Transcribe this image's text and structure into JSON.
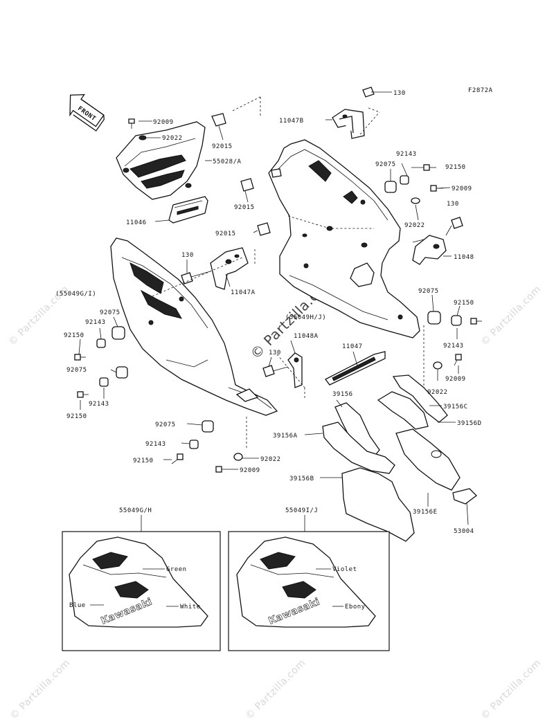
{
  "figure_code": "F2872A",
  "front_label": "FRONT",
  "watermark": "© Partzilla.com",
  "parts": {
    "p130_top": "130",
    "p11047B": "11047B",
    "p92009_top": "92009",
    "p92022_top": "92022",
    "p92015_top": "92015",
    "p55028": "55028/A",
    "p11046": "11046",
    "p92143_r": "92143",
    "p92075_r": "92075",
    "p92150_r": "92150",
    "p92009_r": "92009",
    "p92015_mid": "92015",
    "p92015_mid2": "92015",
    "p92022_r": "92022",
    "p130_r": "130",
    "p11048": "11048",
    "p130_l": "130",
    "p11047A": "11047A",
    "p55049GI": "(55049G/I)",
    "p92075_l": "92075",
    "p92143_l": "92143",
    "p92150_l": "92150",
    "p55049HJ": "(55049H/J)",
    "p92075_rr": "92075",
    "p92150_rr": "92150",
    "p11048A": "11048A",
    "p130_c": "130",
    "p11047": "11047",
    "p92143_rr": "92143",
    "p92009_rr": "92009",
    "p92075_l2": "92075",
    "p92143_l2": "92143",
    "p92150_l2": "92150",
    "p92022_rr": "92022",
    "p39156": "39156",
    "p39156C": "39156C",
    "p39156D": "39156D",
    "p92075_b": "92075",
    "p92143_b": "92143",
    "p92150_b": "92150",
    "p92022_b": "92022",
    "p92009_b": "92009",
    "p39156A": "39156A",
    "p39156B": "39156B",
    "p39156E": "39156E",
    "p53004": "53004"
  },
  "insets": {
    "left": {
      "title": "55049G/H",
      "colors": [
        "Green",
        "Blue",
        "White"
      ],
      "brand": "Kawasaki"
    },
    "right": {
      "title": "55049I/J",
      "colors": [
        "Violet",
        "Ebony"
      ],
      "brand": "Kawasaki"
    }
  }
}
